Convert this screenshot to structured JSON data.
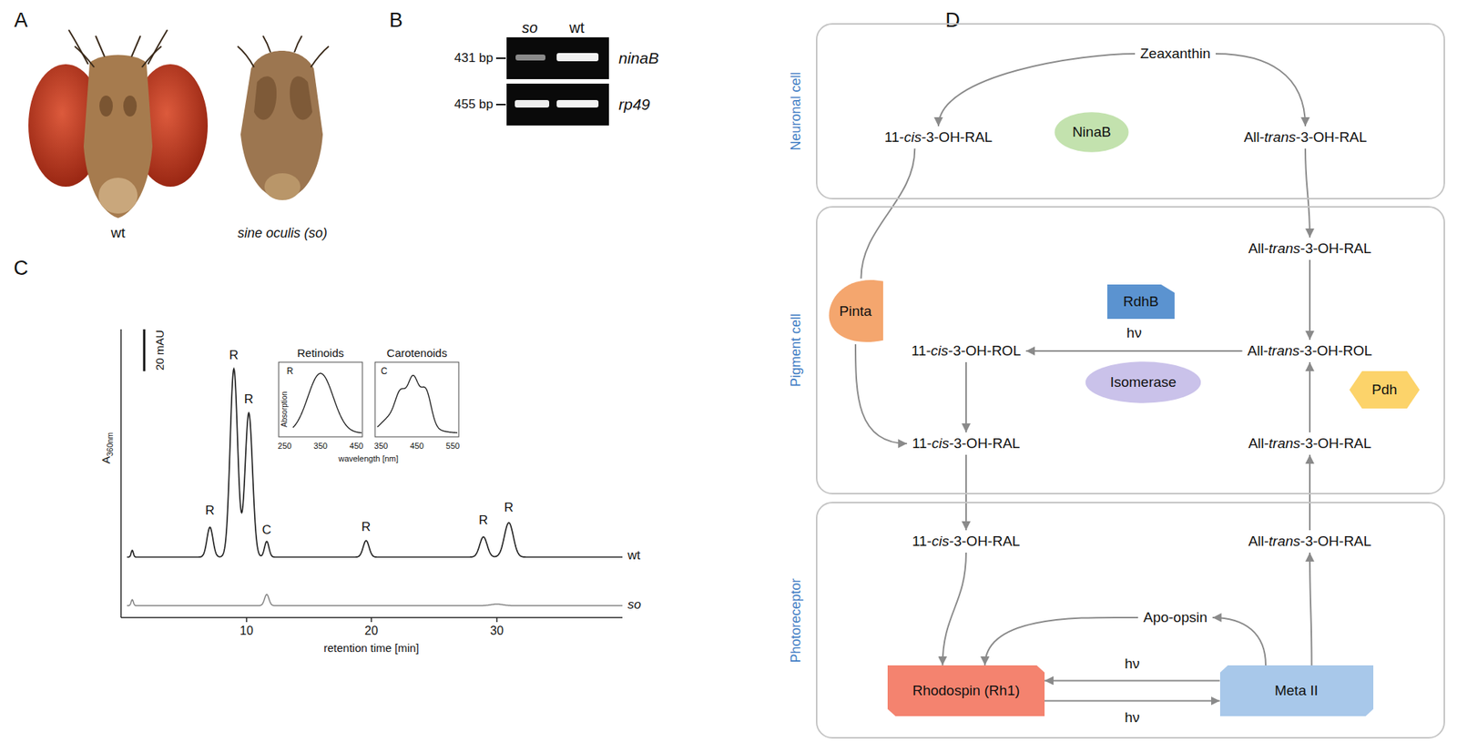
{
  "diagram": {
    "nodes": [
      {
        "text": [
          "Neuronal cell"
        ]
      },
      {
        "text": [
          "Zeaxanthin"
        ],
        "in": 0
      },
      {
        "text": [
          "NinaB"
        ],
        "in": 0
      },
      {
        "text": [
          "11-cis-3-OH-RAL"
        ],
        "in": 0
      },
      {
        "text": [
          "All-trans-3-OH-RAL"
        ],
        "in": 0
      },
      {
        "text": [
          "Pigment cell"
        ]
      },
      {
        "text": [
          "All-trans-3-OH-RAL"
        ],
        "in": 5
      },
      {
        "text": [
          "RdhB"
        ],
        "in": 5
      },
      {
        "text": [
          "All-trans-3-OH-ROL"
        ],
        "in": 5
      },
      {
        "text": [
          "Pdh"
        ],
        "in": 5
      },
      {
        "text": [
          "All-trans-3-OH-RAL"
        ],
        "in": 5
      },
      {
        "text": [
          "Pinta"
        ],
        "in": 5
      },
      {
        "text": [
          "11-cis-3-OH-ROL"
        ],
        "in": 5
      },
      {
        "text": [
          "Isomerase"
        ],
        "in": 5
      },
      {
        "text": [
          "11-cis-3-OH-RAL"
        ],
        "in": 5
      },
      {
        "text": [
          "Photoreceptor"
        ]
      },
      {
        "text": [
          "11-cis-3-OH-RAL"
        ],
        "in": 15
      },
      {
        "text": [
          "All-trans-3-OH-RAL"
        ],
        "in": 15
      },
      {
        "text": [
          "Apo-opsin"
        ],
        "in": 15
      },
      {
        "text": [
          "Rhodospin (Rh1)"
        ],
        "in": 15
      },
      {
        "text": [
          "Meta II"
        ],
        "in": 15
      }
    ],
    "edges": [
      {
        "from": 1,
        "to": 3,
        "arrow": "to"
      },
      {
        "from": 1,
        "to": 4,
        "arrow": "to"
      },
      {
        "from": 4,
        "to": 6,
        "arrow": "to"
      },
      {
        "from": 6,
        "to": 8,
        "arrow": "to"
      },
      {
        "from": 10,
        "to": 8,
        "arrow": "to"
      },
      {
        "from": 8,
        "to": 12,
        "label": "hν",
        "arrow": "to"
      },
      {
        "from": 12,
        "to": 14,
        "arrow": "to"
      },
      {
        "from": 3,
        "to": 11,
        "arrow": "none"
      },
      {
        "from": 11,
        "to": 14,
        "arrow": "to"
      },
      {
        "from": 14,
        "to": 16,
        "arrow": "to"
      },
      {
        "from": 16,
        "to": 19,
        "arrow": "to"
      },
      {
        "from": 18,
        "to": 19,
        "arrow": "to"
      },
      {
        "from": 20,
        "to": 18,
        "arrow": "to"
      },
      {
        "from": 20,
        "to": 17,
        "arrow": "to"
      },
      {
        "from": 17,
        "to": 10,
        "arrow": "to"
      },
      {
        "from": 20,
        "to": 19,
        "label": "hν",
        "arrow": "to"
      },
      {
        "from": 19,
        "to": 20,
        "label": "hν",
        "arrow": "to"
      }
    ],
    "labels": [
      "A",
      "wt",
      "sine oculis (so)",
      "B",
      "so",
      "wt",
      "431 bp",
      "455 bp",
      "ninaB",
      "rp49",
      "C",
      "20 mAU",
      "A360nm",
      "Retinoids",
      "Carotenoids",
      "R",
      "C",
      "Absorption",
      "250",
      "350",
      "450",
      "350",
      "450",
      "550",
      "wavelength [nm]",
      "R",
      "R",
      "R",
      "C",
      "R",
      "R",
      "R",
      "wt",
      "so",
      "10",
      "20",
      "30",
      "retention time [min]",
      "D"
    ]
  }
}
